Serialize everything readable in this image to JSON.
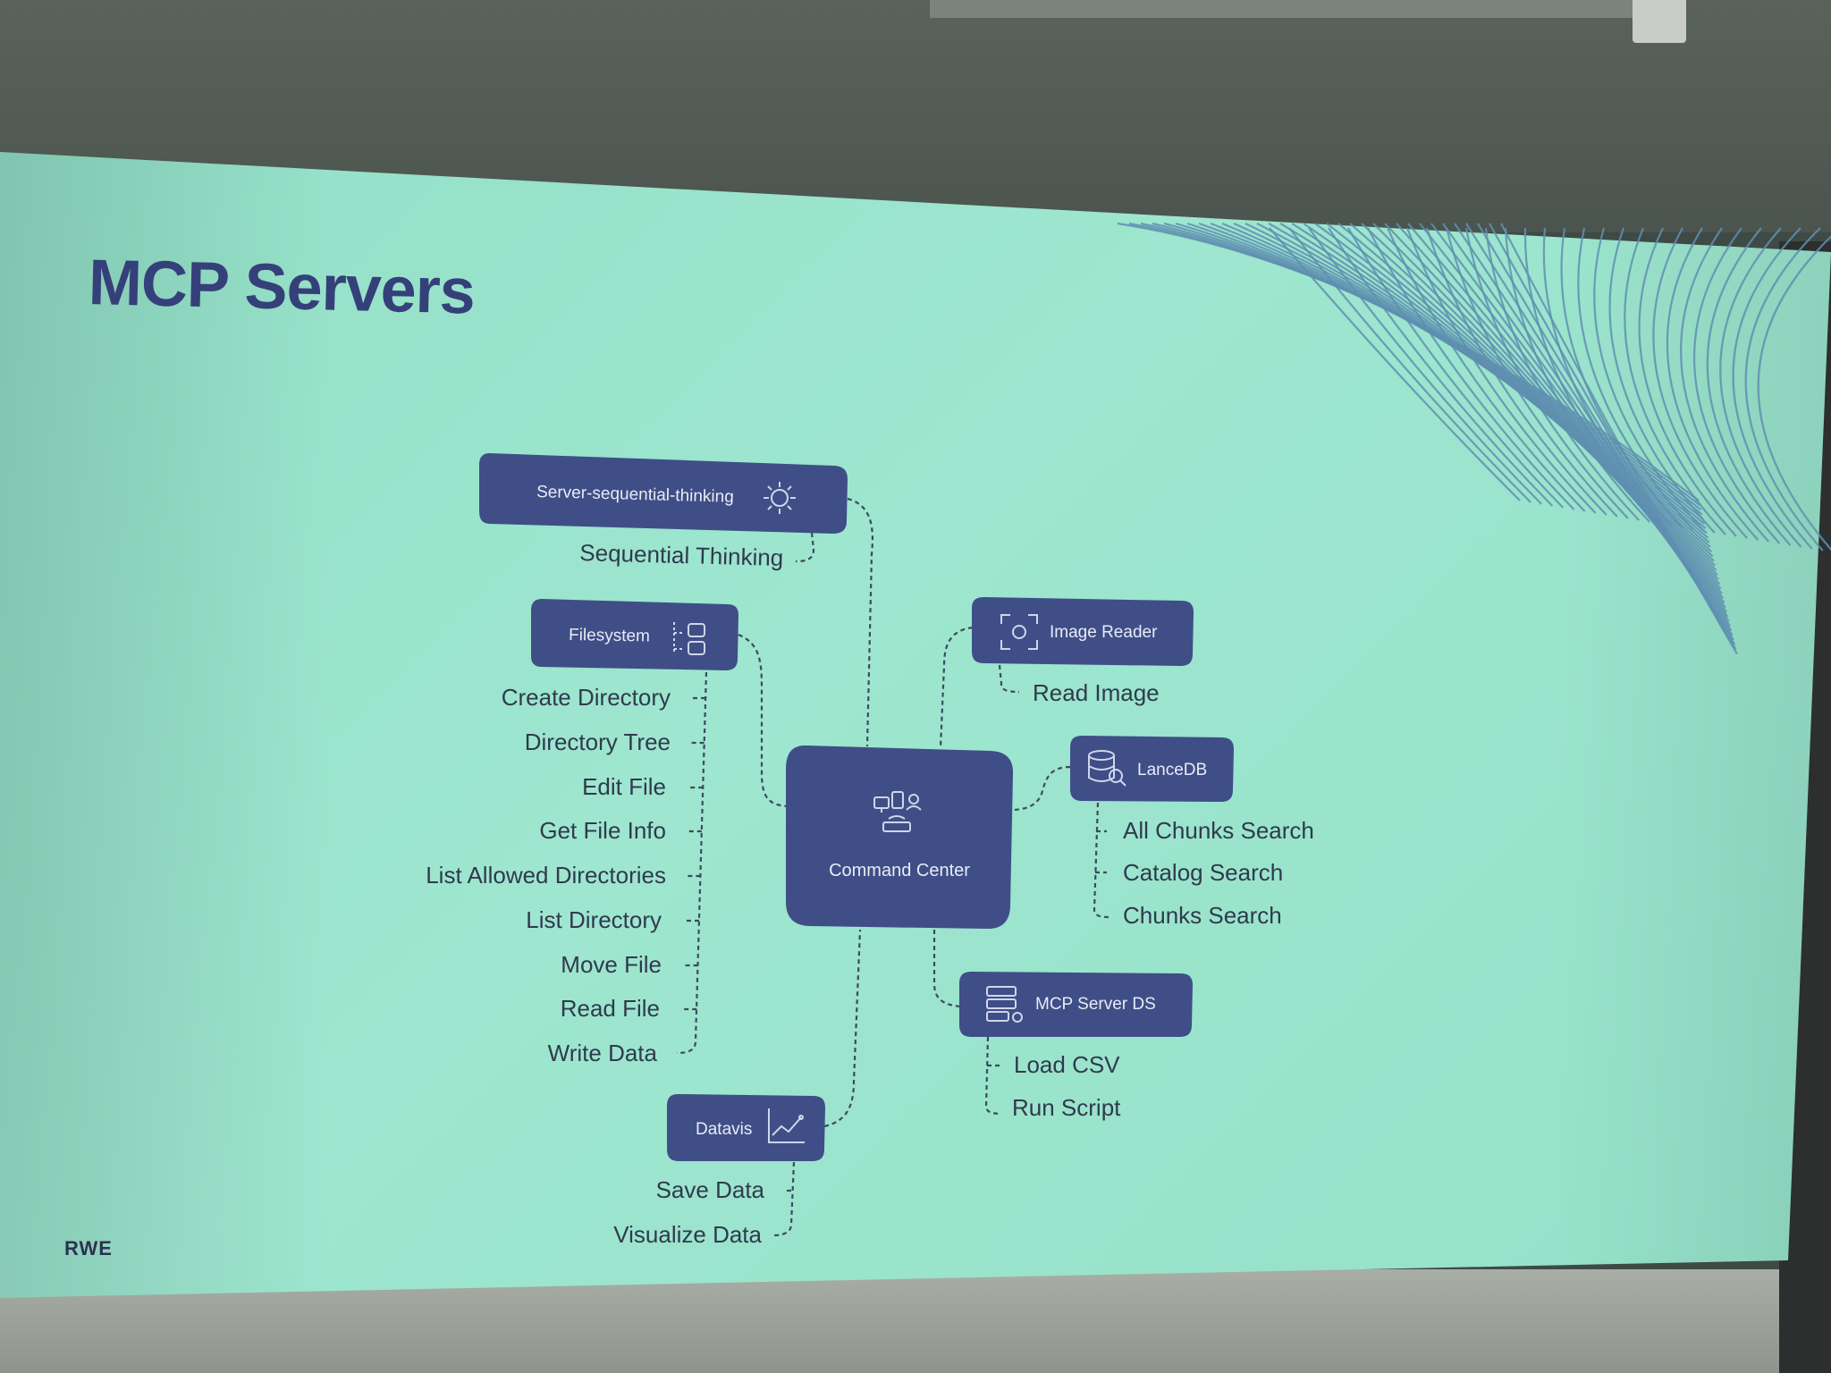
{
  "slide": {
    "title": "MCP Servers",
    "logo": "RWE"
  },
  "diagram": {
    "center": {
      "label": "Command Center",
      "icon": "network-devices-icon"
    },
    "servers": [
      {
        "id": "sequential",
        "label": "Server-sequential-thinking",
        "icon": "gear-icon",
        "tools": [
          "Sequential Thinking"
        ]
      },
      {
        "id": "filesystem",
        "label": "Filesystem",
        "icon": "folder-tree-icon",
        "tools": [
          "Create Directory",
          "Directory Tree",
          "Edit File",
          "Get File Info",
          "List Allowed Directories",
          "List Directory",
          "Move File",
          "Read File",
          "Write Data"
        ]
      },
      {
        "id": "datavis",
        "label": "Datavis",
        "icon": "line-chart-icon",
        "tools": [
          "Save Data",
          "Visualize Data"
        ]
      },
      {
        "id": "image",
        "label": "Image Reader",
        "icon": "image-scan-icon",
        "tools": [
          "Read Image"
        ]
      },
      {
        "id": "lancedb",
        "label": "LanceDB",
        "icon": "database-search-icon",
        "tools": [
          "All Chunks Search",
          "Catalog Search",
          "Chunks Search"
        ]
      },
      {
        "id": "mcpds",
        "label": "MCP Server DS",
        "icon": "server-settings-icon",
        "tools": [
          "Load CSV",
          "Run Script"
        ]
      }
    ]
  },
  "colors": {
    "node": "#3f4e87",
    "title": "#35407a",
    "slide_bg": "#9ee6cf",
    "connector": "#3d4a60"
  }
}
